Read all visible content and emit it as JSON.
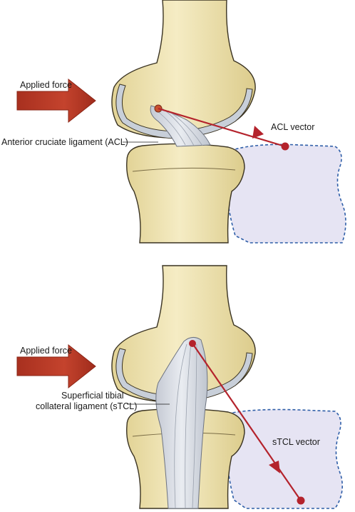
{
  "panels": [
    {
      "applied_force_label": "Applied force",
      "ligament_label_lines": [
        "Anterior cruciate ligament (ACL)"
      ],
      "vector_label": "ACL vector"
    },
    {
      "applied_force_label": "Applied force",
      "ligament_label_lines": [
        "Superficial tibial",
        "collateral ligament (sTCL)"
      ],
      "vector_label": "sTCL vector"
    }
  ],
  "colors": {
    "bone_fill": "#f1e6b6",
    "bone_outline": "#3a3322",
    "cartilage": "#c8cfd9",
    "ligament": "#d4d8e0",
    "force_arrow": "#b83a27",
    "vector": "#b4232c",
    "displacement_region": "#e6e4f3",
    "dashed_outline": "#2f5fa8"
  }
}
